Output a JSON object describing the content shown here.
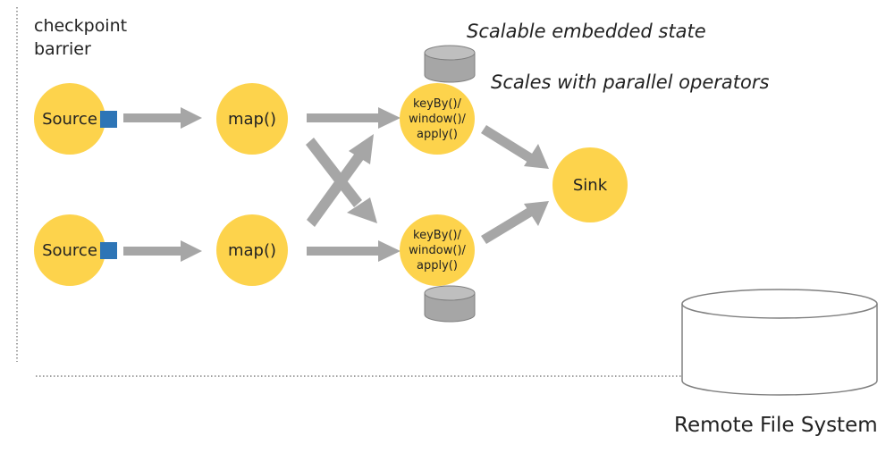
{
  "labels": {
    "checkpoint_line1": "checkpoint",
    "checkpoint_line2": "barrier",
    "state": "Scalable embedded state",
    "scales": "Scales with parallel operators",
    "remote": "Remote File System"
  },
  "nodes": {
    "source_top": "Source",
    "source_bottom": "Source",
    "map_top": "map()",
    "map_bottom": "map()",
    "window_top": "keyBy()/\nwindow()/\napply()",
    "window_bottom": "keyBy()/\nwindow()/\napply()",
    "sink": "Sink"
  },
  "colors": {
    "node_fill": "#fdd34c",
    "arrow": "#a6a6a6",
    "state_cylinder": "#a6a6a6",
    "barrier_marker": "#2e75b6",
    "remote_storage_outline": "#808080"
  }
}
